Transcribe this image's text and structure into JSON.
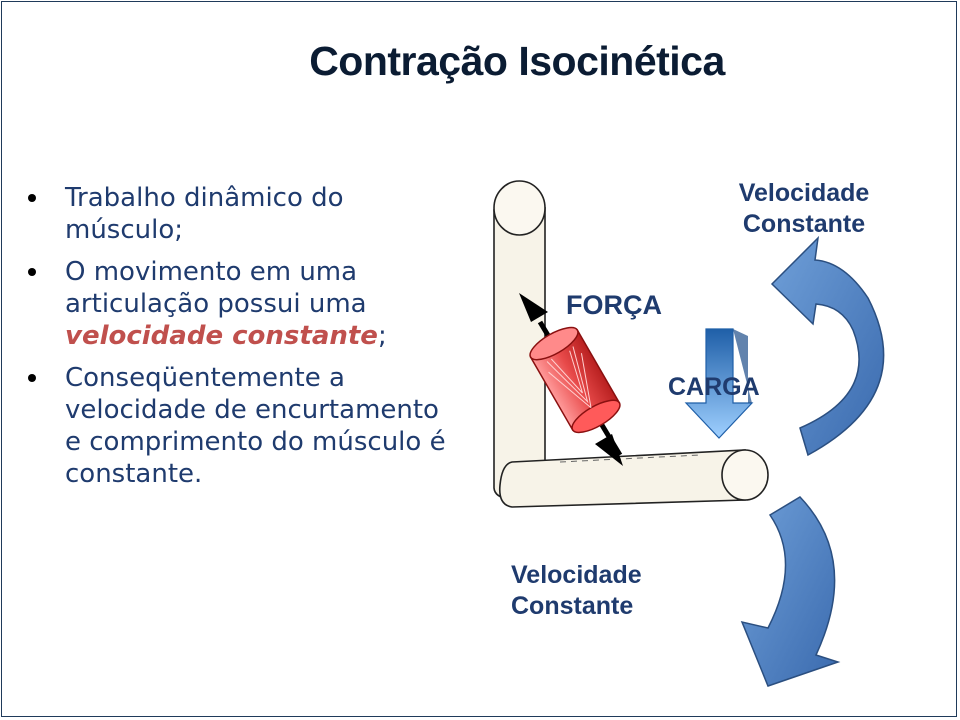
{
  "title": "Contração Isocinética",
  "bullets": [
    {
      "text": "Trabalho dinâmico do músculo;"
    },
    {
      "before": "O movimento em uma articulação possui uma ",
      "emphasis": "velocidade constante",
      "after": ";"
    },
    {
      "text": "Conseqüentemente a velocidade de encurtamento e comprimento do músculo é constante."
    }
  ],
  "diagram": {
    "force_label": "FORÇA",
    "load_label": "CARGA",
    "top_speed_line1": "Velocidade",
    "top_speed_line2": "Constante",
    "bottom_speed_line1": "Velocidade",
    "bottom_speed_line2": "Constante"
  },
  "colors": {
    "title": "#0b1c33",
    "body_text": "#1f3b6e",
    "emphasis": "#c0504d",
    "muscle": "#e84a4a",
    "curved_arrow": "#4f81bd",
    "load_arrow": "#2e75b6",
    "bone": "#f7f3e8"
  }
}
